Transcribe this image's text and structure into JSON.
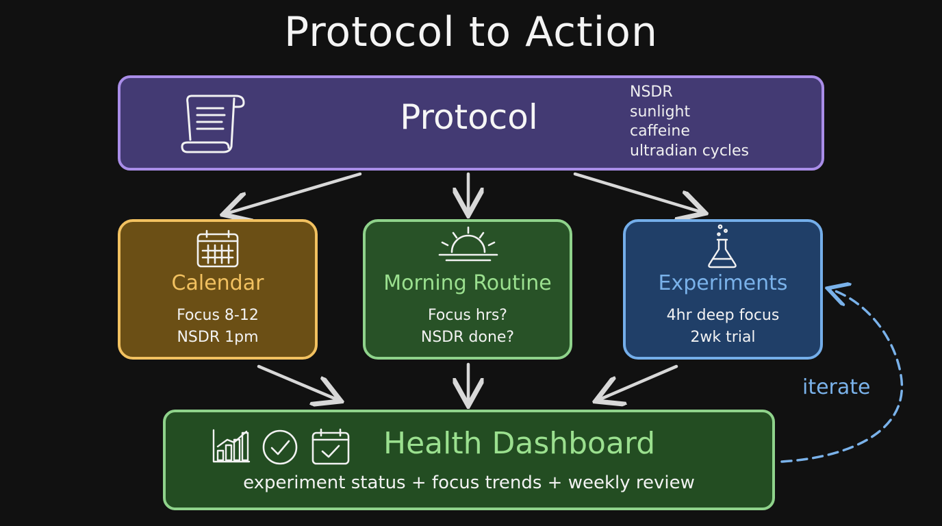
{
  "title": "Protocol to Action",
  "protocol": {
    "label": "Protocol",
    "icon": "scroll-icon",
    "items": [
      "NSDR",
      "sunlight",
      "caffeine",
      "ultradian cycles"
    ]
  },
  "cards": [
    {
      "key": "calendar",
      "title": "Calendar",
      "icon": "calendar-icon",
      "lines": [
        "Focus 8-12",
        "NSDR 1pm"
      ],
      "fill": "#6b4f15",
      "border": "#f2c160",
      "title_color": "#f2c160"
    },
    {
      "key": "routine",
      "title": "Morning Routine",
      "icon": "sunrise-icon",
      "lines": [
        "Focus hrs?",
        "NSDR done?"
      ],
      "fill": "#285227",
      "border": "#8fd38b",
      "title_color": "#9be08f"
    },
    {
      "key": "experiments",
      "title": "Experiments",
      "icon": "flask-icon",
      "lines": [
        "4hr deep focus",
        "2wk trial"
      ],
      "fill": "#203f68",
      "border": "#74aeea",
      "title_color": "#7ab2ea"
    }
  ],
  "dashboard": {
    "title": "Health Dashboard",
    "subtitle": "experiment status + focus trends + weekly review",
    "icons": [
      "bar-chart-icon",
      "check-circle-icon",
      "calendar-check-icon"
    ]
  },
  "loop": {
    "label": "iterate",
    "color": "#7ab2ea"
  },
  "colors": {
    "background": "#111111",
    "arrow": "#d8d8d8",
    "protocol_fill": "#433a73",
    "protocol_border": "#a98de8",
    "dashboard_fill": "#234d22",
    "dashboard_border": "#8fd38b"
  }
}
